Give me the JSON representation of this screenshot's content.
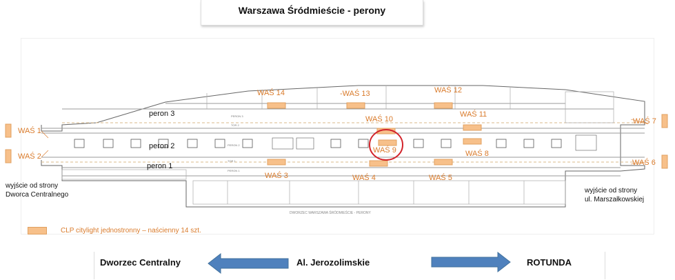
{
  "title": "Warszawa Śródmieście - perony",
  "platforms": [
    "peron 3",
    "peron 2",
    "peron 1"
  ],
  "ad_spots": [
    "WAŚ 1",
    "WAŚ 2",
    "WAŚ 3",
    "WAŚ 4",
    "WAŚ 5",
    "WAŚ 6",
    "WAŚ 7",
    "WAŚ 8",
    "WAŚ 9",
    "WAŚ 10",
    "WAŚ 11",
    "WAŚ 12",
    "-WAŚ 13",
    "WAŚ 14"
  ],
  "highlighted_spot": "WAŚ 9",
  "exits": {
    "left_line1": "wyjście od strony",
    "left_line2": "Dworca Centralnego",
    "right_line1": "wyjście od strony",
    "right_line2": "ul. Marszałkowskiej"
  },
  "legend": "CLP citylight jednostronny – naścienny 14 szt.",
  "plan_caption": "DWORZEC WARSZAWA ŚRÓDMIEŚCIE - PERONY",
  "directions": {
    "left": "Dworzec Centralny",
    "center": "Al. Jerozolimskie",
    "right": "ROTUNDA"
  },
  "colors": {
    "accent": "#d97a2a",
    "arrow": "#4f81bd",
    "spot_fill": "#f7c08a",
    "highlight": "#d2232a"
  }
}
